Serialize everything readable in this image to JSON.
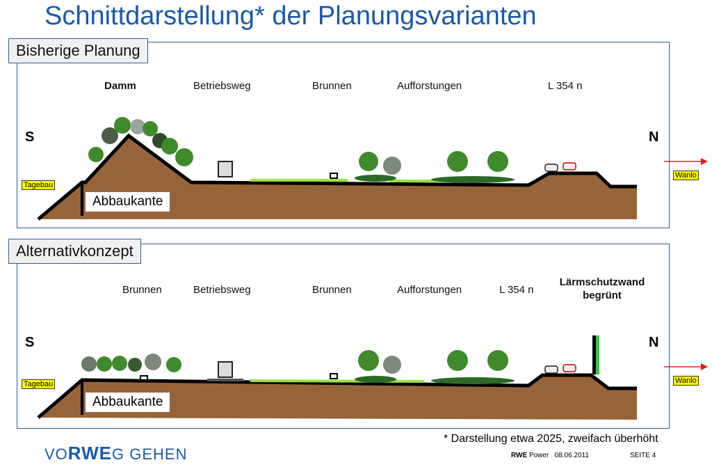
{
  "title": "Schnittdarstellung* der Planungsvarianten",
  "panels": [
    {
      "heading": "Bisherige Planung",
      "labels": [
        "Damm",
        "Betriebsweg",
        "Brunnen",
        "Aufforstungen",
        "L 354 n"
      ],
      "south": "S",
      "north": "N",
      "left_tag": "Tagebau",
      "right_tag": "Wanlo",
      "edge_label": "Abbaukante"
    },
    {
      "heading": "Alternativkonzept",
      "labels": [
        "Brunnen",
        "Betriebsweg",
        "Brunnen",
        "Aufforstungen",
        "L 354 n",
        "Lärmschutzwand begrünt"
      ],
      "south": "S",
      "north": "N",
      "left_tag": "Tagebau",
      "right_tag": "Wanlo",
      "edge_label": "Abbaukante"
    }
  ],
  "footnote": "* Darstellung etwa 2025, zweifach überhöht",
  "footer": {
    "company_bold": "RWE",
    "company": "Power",
    "date": "08.06.2011",
    "page": "SEITE 4"
  },
  "logo": {
    "pre": "VO",
    "brand": "RWE",
    "post": "G GEHEN"
  },
  "colors": {
    "title": "#1a5aa8",
    "soil": "#97643a",
    "tag": "#ffff00",
    "arrow": "#e02020"
  }
}
